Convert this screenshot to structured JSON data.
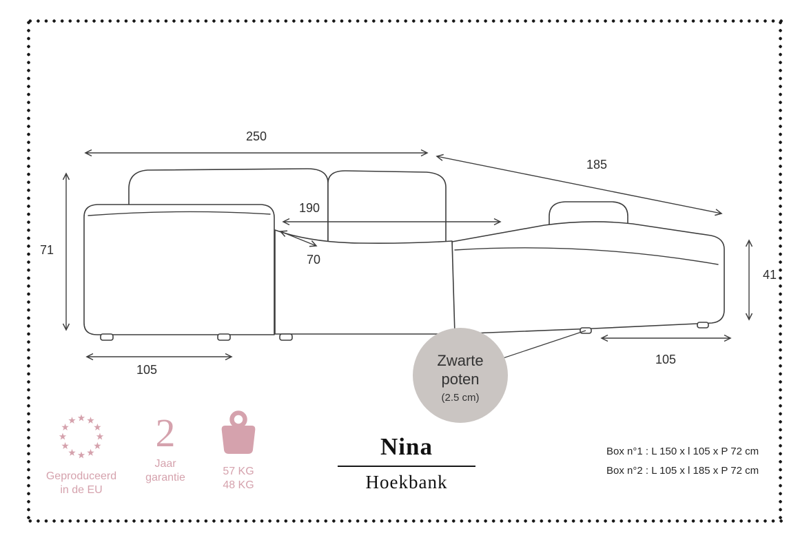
{
  "colors": {
    "accent_pink": "#d5a2ad",
    "badge_grey": "#cac5c2",
    "line_dark": "#3d3d3d"
  },
  "diagram": {
    "dims": {
      "total_width": "250",
      "diagonal_depth": "185",
      "seat_width": "190",
      "seat_height": "70",
      "back_height": "71",
      "side_height": "41",
      "left_depth": "105",
      "right_width": "105"
    },
    "badge": {
      "line1": "Zwarte",
      "line2": "poten",
      "line3": "(2.5 cm)"
    }
  },
  "footer": {
    "eu": {
      "line1": "Geproduceerd",
      "line2": "in de EU"
    },
    "warranty": {
      "number": "2",
      "line1": "Jaar",
      "line2": "garantie"
    },
    "weight": {
      "line1": "57 KG",
      "line2": "48 KG"
    },
    "product": {
      "name": "Nina",
      "category": "Hoekbank"
    },
    "boxes": {
      "line1": "Box n°1 : L 150 x l 105 x P 72 cm",
      "line2": "Box n°2 : L 105 x l 185 x P 72 cm"
    }
  }
}
